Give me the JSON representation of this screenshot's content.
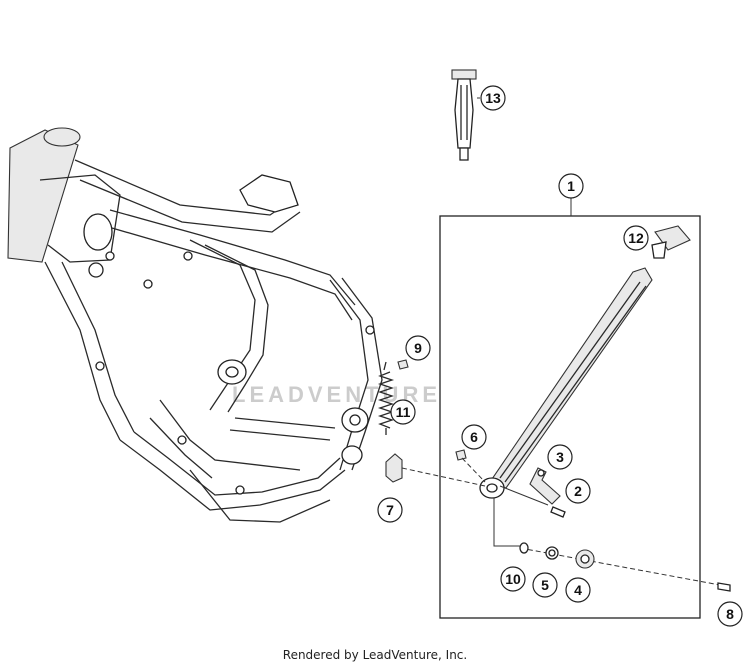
{
  "callouts": [
    {
      "id": "c1",
      "label": "1"
    },
    {
      "id": "c2",
      "label": "2"
    },
    {
      "id": "c3",
      "label": "3"
    },
    {
      "id": "c4",
      "label": "4"
    },
    {
      "id": "c5",
      "label": "5"
    },
    {
      "id": "c6",
      "label": "6"
    },
    {
      "id": "c7",
      "label": "7"
    },
    {
      "id": "c8",
      "label": "8"
    },
    {
      "id": "c9",
      "label": "9"
    },
    {
      "id": "c10",
      "label": "10"
    },
    {
      "id": "c11",
      "label": "11"
    },
    {
      "id": "c12",
      "label": "12"
    },
    {
      "id": "c13",
      "label": "13"
    }
  ],
  "watermark": "LEADVENTURE",
  "footer": "Rendered by LeadVenture, Inc."
}
